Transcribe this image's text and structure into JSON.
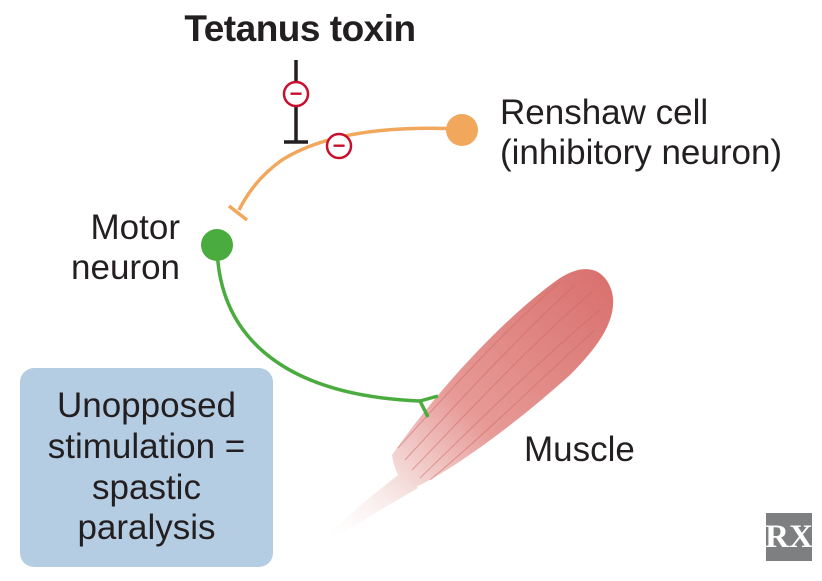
{
  "labels": {
    "toxin": "Tetanus toxin",
    "renshaw": [
      "Renshaw cell",
      "(inhibitory neuron)"
    ],
    "motor": [
      "Motor",
      "neuron"
    ],
    "muscle": "Muscle"
  },
  "result_box": {
    "lines": [
      "Unopposed",
      "stimulation =",
      "spastic",
      "paralysis"
    ]
  },
  "logo": "RX",
  "inhibition_symbol": "−",
  "colors": {
    "renshaw_neuron": "#f1a85c",
    "motor_neuron": "#4aab3e",
    "inhibition_marker": "#c8102e",
    "toxin_line": "#231f20",
    "muscle": "#e58f8f",
    "result_box": "#b5cde3",
    "logo_bg": "#7d7f81"
  }
}
